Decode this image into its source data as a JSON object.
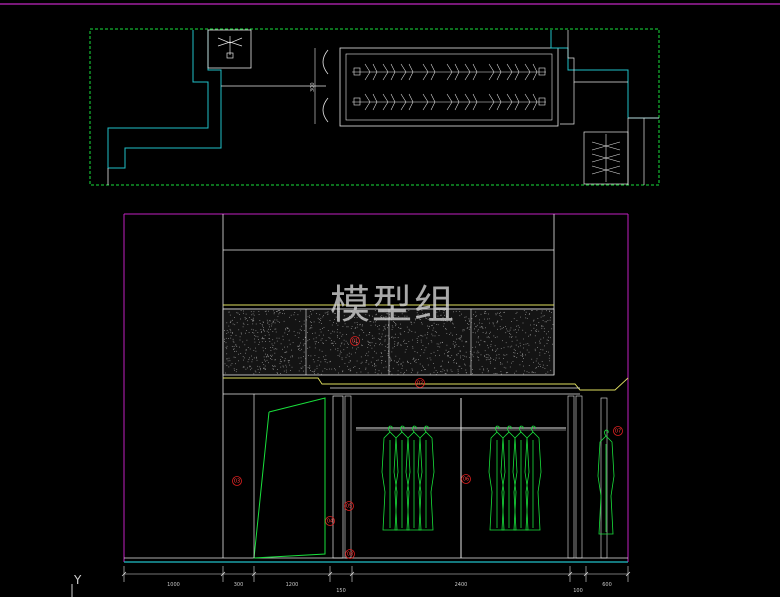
{
  "watermark": "模型组",
  "axis_label": "Y",
  "colors": {
    "background": "#000000",
    "magenta": "#c020c0",
    "green": "#19e03c",
    "cyan": "#20c0c8",
    "yellow": "#e0e060",
    "white": "#e6e6e6",
    "gray": "#8a8a8a",
    "red": "#e02020"
  },
  "plan": {
    "dimension": "300"
  },
  "elevation": {
    "bottom_dimensions": [
      "1000",
      "300",
      "1200",
      "150",
      "2400",
      "100",
      "600"
    ],
    "callouts": [
      "01",
      "02",
      "03",
      "04",
      "05",
      "06",
      "07",
      "08"
    ]
  }
}
